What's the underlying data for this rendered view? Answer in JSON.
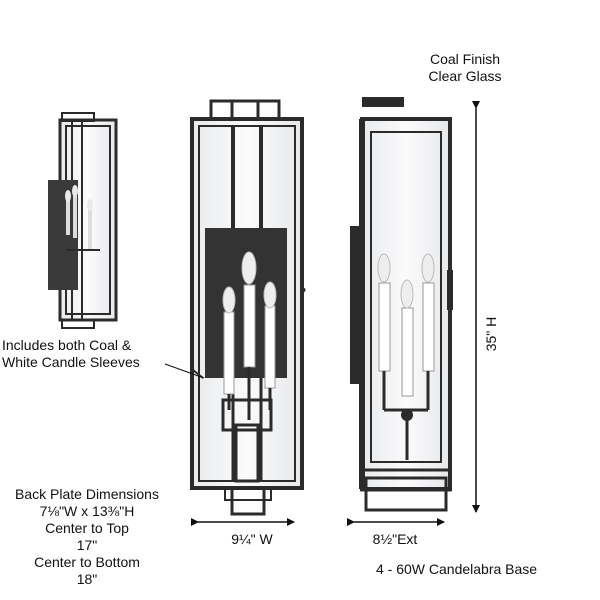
{
  "annotations": {
    "finish_line1": "Coal Finish",
    "finish_line2": "Clear Glass",
    "sleeves_line1": "Includes both Coal &",
    "sleeves_line2": "White Candle Sleeves",
    "backplate_line1": "Back Plate Dimensions",
    "backplate_line2": "7⅛\"W x 13⅜\"H",
    "backplate_line3": "Center to Top",
    "backplate_line4": "17\"",
    "backplate_line5": "Center to Bottom",
    "backplate_line6": "18\"",
    "width_dimension": "9¼\" W",
    "extension_dimension": "8½\"Ext",
    "height_dimension": "35\" H",
    "bulbs": "4 - 60W Candelabra Base"
  },
  "colors": {
    "frame": "#2b2b2b",
    "plate": "#333333",
    "glass": "#f4f5f6",
    "sleeve": "#ffffff",
    "arrow": "#111111"
  }
}
